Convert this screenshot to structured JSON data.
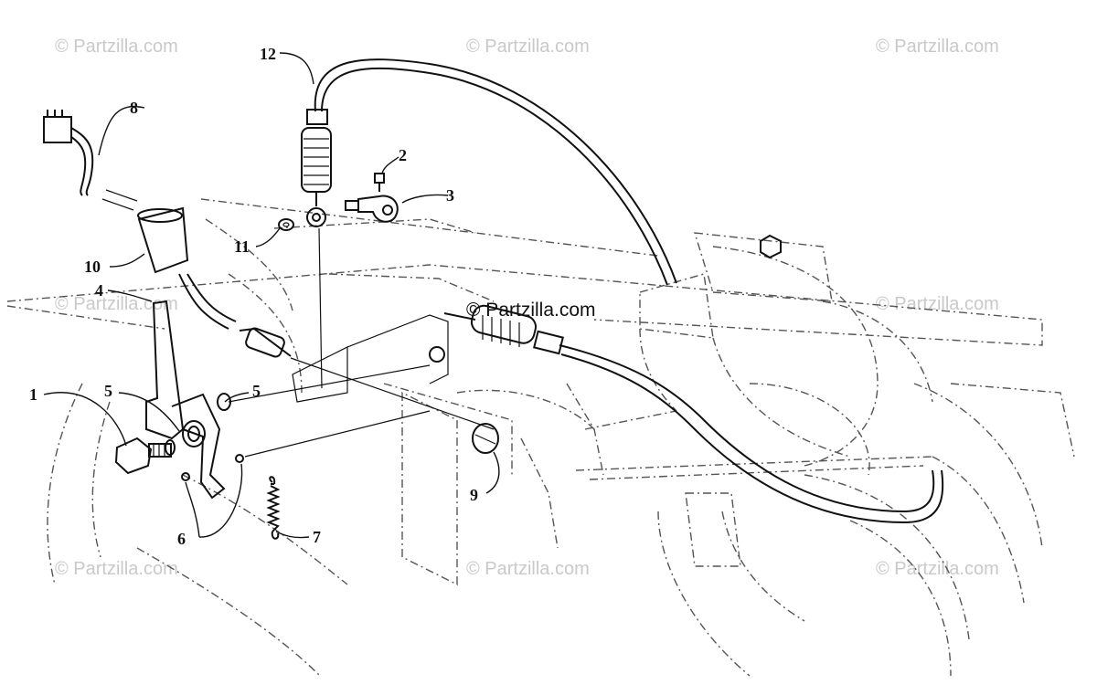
{
  "watermarks": [
    "© Partzilla.com",
    "© Partzilla.com",
    "© Partzilla.com",
    "© Partzilla.com",
    "© Partzilla.com",
    "© Partzilla.com",
    "© Partzilla.com",
    "© Partzilla.com",
    "© Partzilla.com"
  ],
  "callouts": {
    "c1": "1",
    "c2": "2",
    "c3": "3",
    "c4": "4",
    "c5a": "5",
    "c5b": "5",
    "c6": "6",
    "c7": "7",
    "c8": "8",
    "c9": "9",
    "c10": "10",
    "c11": "11",
    "c12": "12"
  }
}
